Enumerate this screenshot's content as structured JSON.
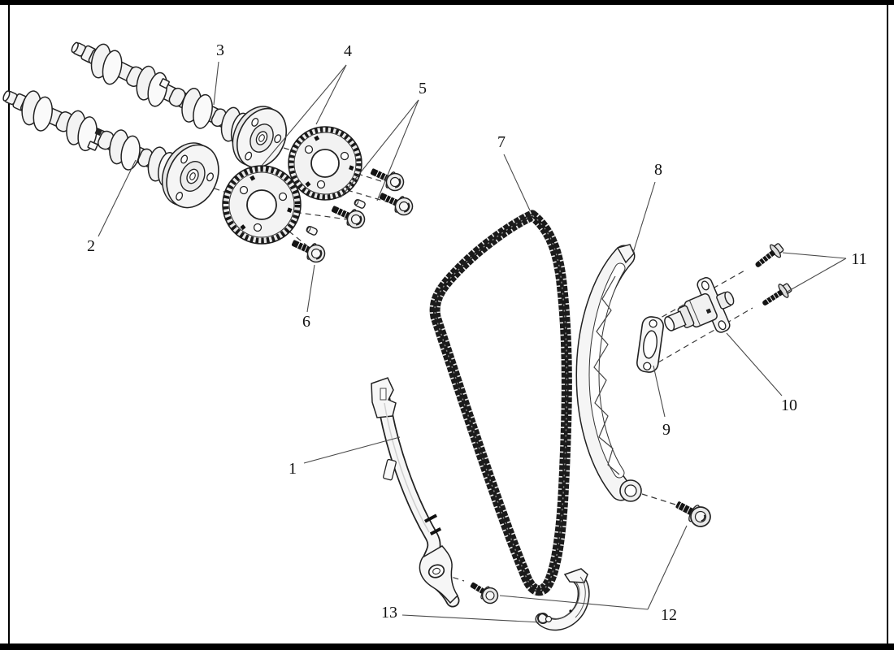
{
  "figure": {
    "type": "exploded-parts-diagram",
    "subject": "engine timing chain assembly",
    "background": "#ffffff",
    "ink": "#1a1a1a",
    "frame": "#000000",
    "metal_fill": "#f3f3f3",
    "chain_color": "#161616",
    "leader_color": "#4a4a4a"
  },
  "callouts": [
    {
      "label": "1"
    },
    {
      "label": "2"
    },
    {
      "label": "3"
    },
    {
      "label": "4"
    },
    {
      "label": "5"
    },
    {
      "label": "6"
    },
    {
      "label": "7"
    },
    {
      "label": "8"
    },
    {
      "label": "9"
    },
    {
      "label": "10"
    },
    {
      "label": "11"
    },
    {
      "label": "12"
    },
    {
      "label": "13"
    }
  ]
}
